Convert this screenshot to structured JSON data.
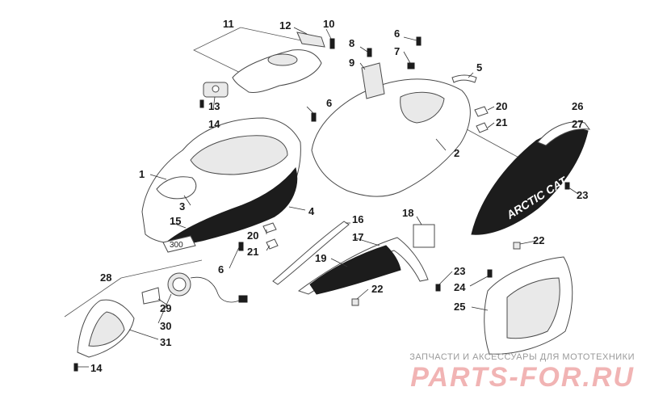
{
  "callouts": [
    {
      "id": "1",
      "label": "1"
    },
    {
      "id": "2",
      "label": "2"
    },
    {
      "id": "3",
      "label": "3"
    },
    {
      "id": "4",
      "label": "4"
    },
    {
      "id": "5",
      "label": "5"
    },
    {
      "id": "6a",
      "label": "6"
    },
    {
      "id": "6b",
      "label": "6"
    },
    {
      "id": "6c",
      "label": "6"
    },
    {
      "id": "7",
      "label": "7"
    },
    {
      "id": "8",
      "label": "8"
    },
    {
      "id": "9",
      "label": "9"
    },
    {
      "id": "10",
      "label": "10"
    },
    {
      "id": "11",
      "label": "11"
    },
    {
      "id": "12",
      "label": "12"
    },
    {
      "id": "13",
      "label": "13"
    },
    {
      "id": "14a",
      "label": "14"
    },
    {
      "id": "14b",
      "label": "14"
    },
    {
      "id": "15",
      "label": "15"
    },
    {
      "id": "16",
      "label": "16"
    },
    {
      "id": "17",
      "label": "17"
    },
    {
      "id": "18",
      "label": "18"
    },
    {
      "id": "19",
      "label": "19"
    },
    {
      "id": "20a",
      "label": "20"
    },
    {
      "id": "20b",
      "label": "20"
    },
    {
      "id": "21a",
      "label": "21"
    },
    {
      "id": "21b",
      "label": "21"
    },
    {
      "id": "22a",
      "label": "22"
    },
    {
      "id": "22b",
      "label": "22"
    },
    {
      "id": "23a",
      "label": "23"
    },
    {
      "id": "23b",
      "label": "23"
    },
    {
      "id": "24",
      "label": "24"
    },
    {
      "id": "25",
      "label": "25"
    },
    {
      "id": "26",
      "label": "26"
    },
    {
      "id": "27",
      "label": "27"
    },
    {
      "id": "28",
      "label": "28"
    },
    {
      "id": "29",
      "label": "29"
    },
    {
      "id": "30",
      "label": "30"
    },
    {
      "id": "31",
      "label": "31"
    }
  ],
  "decals": {
    "side_panel_text": "ARCTIC CAT",
    "fender_badge": "300"
  },
  "watermark": {
    "subtitle": "ЗАПЧАСТИ И АКСЕССУАРЫ ДЛЯ МОТОТЕХНИКИ",
    "brand": "PARTS-FOR.RU"
  }
}
